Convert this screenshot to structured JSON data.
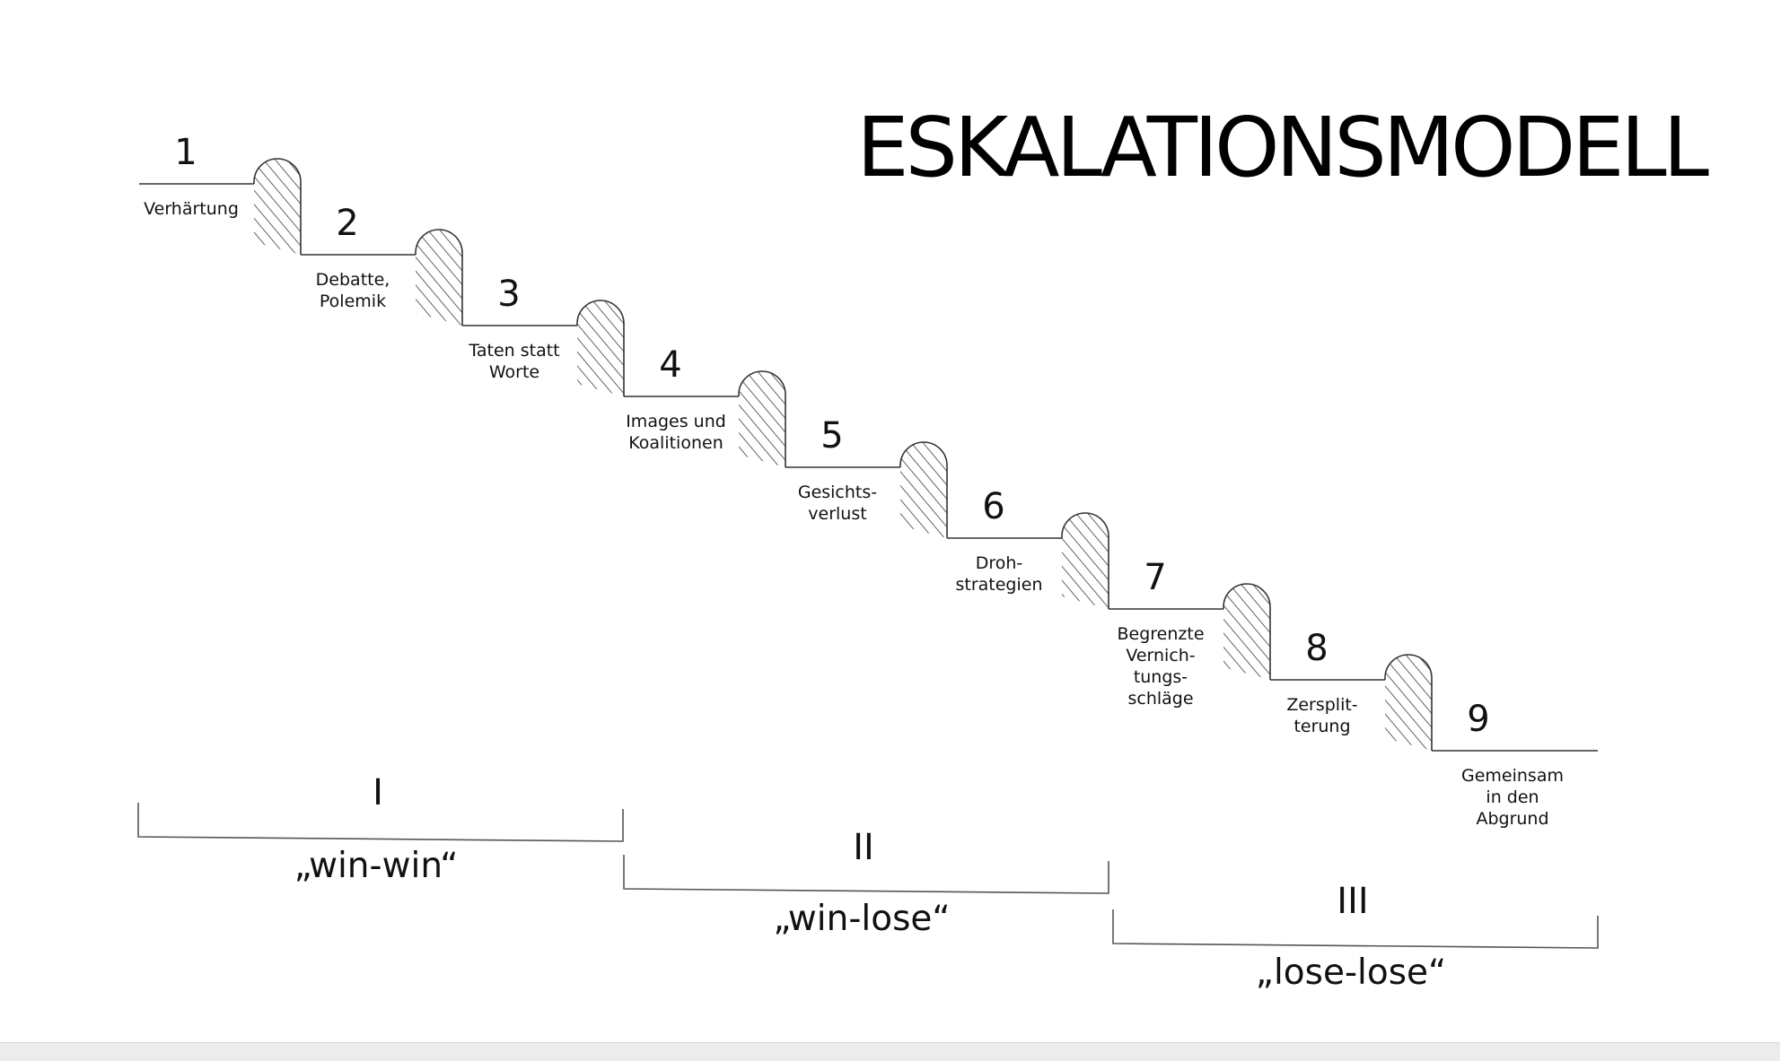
{
  "title": "ESKALATIONSMODELL",
  "colors": {
    "line": "#333333",
    "text": "#111111",
    "background": "#ffffff",
    "footer": "#ececec"
  },
  "steps": [
    {
      "number": "1",
      "label": [
        "Verhärtung"
      ]
    },
    {
      "number": "2",
      "label": [
        "Debatte,",
        "Polemik"
      ]
    },
    {
      "number": "3",
      "label": [
        "Taten statt",
        "Worte"
      ]
    },
    {
      "number": "4",
      "label": [
        "Images und",
        "Koalitionen"
      ]
    },
    {
      "number": "5",
      "label": [
        "Gesichts-",
        "verlust"
      ]
    },
    {
      "number": "6",
      "label": [
        "Droh-",
        "strategien"
      ]
    },
    {
      "number": "7",
      "label": [
        "Begrenzte",
        "Vernich-",
        "tungs-",
        "schläge"
      ]
    },
    {
      "number": "8",
      "label": [
        "Zersplit-",
        "terung"
      ]
    },
    {
      "number": "9",
      "label": [
        "Gemeinsam",
        "in den",
        "Abgrund"
      ]
    }
  ],
  "phases": [
    {
      "roman": "I",
      "label": "„win-win“"
    },
    {
      "roman": "II",
      "label": "„win-lose“"
    },
    {
      "roman": "III",
      "label": "„lose-lose“"
    }
  ]
}
